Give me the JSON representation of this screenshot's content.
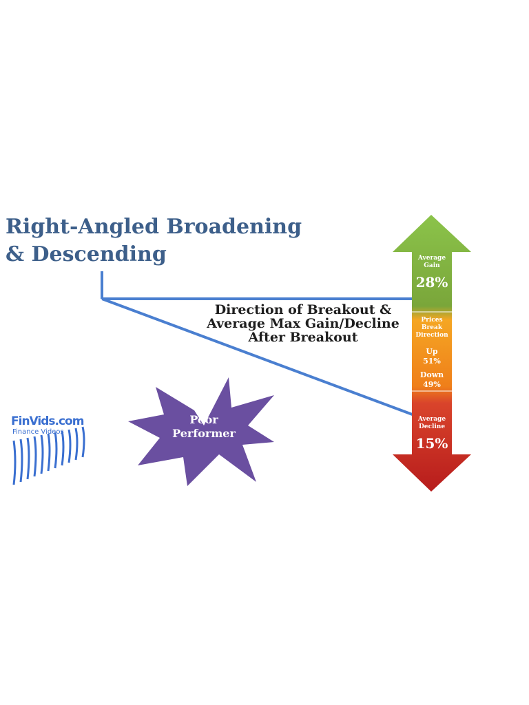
{
  "title": {
    "line1": "Right-Angled Broadening",
    "line2": "& Descending"
  },
  "direction_label": {
    "line1": "Direction of Breakout &",
    "line2": "Average Max Gain/Decline",
    "line3": "After Breakout"
  },
  "arrow": {
    "up": {
      "label_line1": "Average",
      "label_line2": "Gain",
      "value": "28%",
      "color": "#7aa63a"
    },
    "middle": {
      "line1": "Prices",
      "line2": "Break",
      "line3": "Direction",
      "up_label": "Up",
      "up_value": "51%",
      "down_label": "Down",
      "down_value": "49%",
      "color": "#f08a24"
    },
    "down": {
      "label_line1": "Average",
      "label_line2": "Decline",
      "value": "15%",
      "color": "#c9302c"
    }
  },
  "badge": {
    "line1": "Poor",
    "line2": "Performer",
    "color": "#6a4fa0"
  },
  "logo": {
    "name": "FinVids.com",
    "tagline": "Finance Videos",
    "color": "#3a6fd0"
  },
  "line_color": "#4a7fd0"
}
